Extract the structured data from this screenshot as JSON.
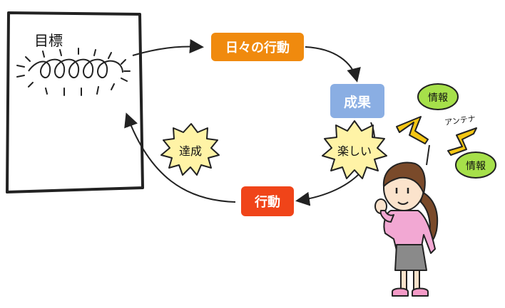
{
  "goal": {
    "title": "目標"
  },
  "cycle": {
    "daily_action": "日々の行動",
    "result": "成果",
    "action": "行動"
  },
  "bursts": {
    "achievement": "達成",
    "fun": "楽しい"
  },
  "antenna": {
    "label": "アンテナ",
    "info_top": "情報",
    "info_bottom": "情報"
  },
  "colors": {
    "daily_action": "#f08a0e",
    "result": "#8aaee3",
    "action": "#f04419",
    "burst_fill": "#fff3a6",
    "info_fill": "#a6e04a",
    "lightning": "#f4c613",
    "shirt": "#f2a8d3",
    "skirt": "#8a8a8a"
  }
}
